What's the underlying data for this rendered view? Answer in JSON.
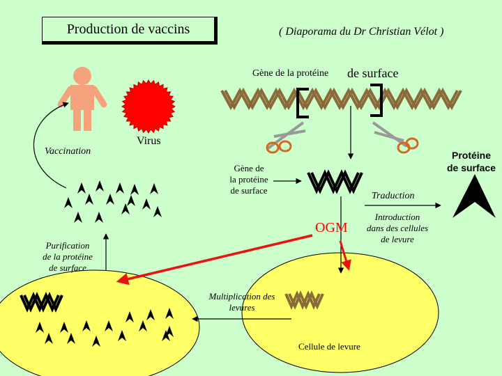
{
  "title": "Production de vaccins",
  "credit": "( Diaporama du Dr Christian Vélot )",
  "gene_label_prefix": "Gène de la protéine",
  "gene_label_suffix": "de surface",
  "virus_label": "Virus",
  "vaccination_label": "Vaccination",
  "protein_label": [
    "Protéine",
    "de surface"
  ],
  "gene_small_label": [
    "Gène de",
    "la protéine",
    "de surface"
  ],
  "traduction_label": "Traduction",
  "introduction_label": [
    "Introduction",
    "dans des cellules",
    "de levure"
  ],
  "ogm_label": "OGM",
  "purification_label": [
    "Purification",
    "de la protéine",
    "de surface"
  ],
  "multiplication_label": [
    "Multiplication des",
    "levures"
  ],
  "yeast_cell_label": "Cellule de levure",
  "colors": {
    "background": "#ccffcc",
    "virus": "#ff0000",
    "human": "#f4a37c",
    "gene": "#8b6a3a",
    "yeast": "#ffff66",
    "ogm": "#ff0000",
    "arrow_red": "#ee1111"
  },
  "icons": [
    "human-figure-icon",
    "virus-icon",
    "scissors-icon",
    "protein-triangle-icon",
    "dna-helix-icon"
  ]
}
